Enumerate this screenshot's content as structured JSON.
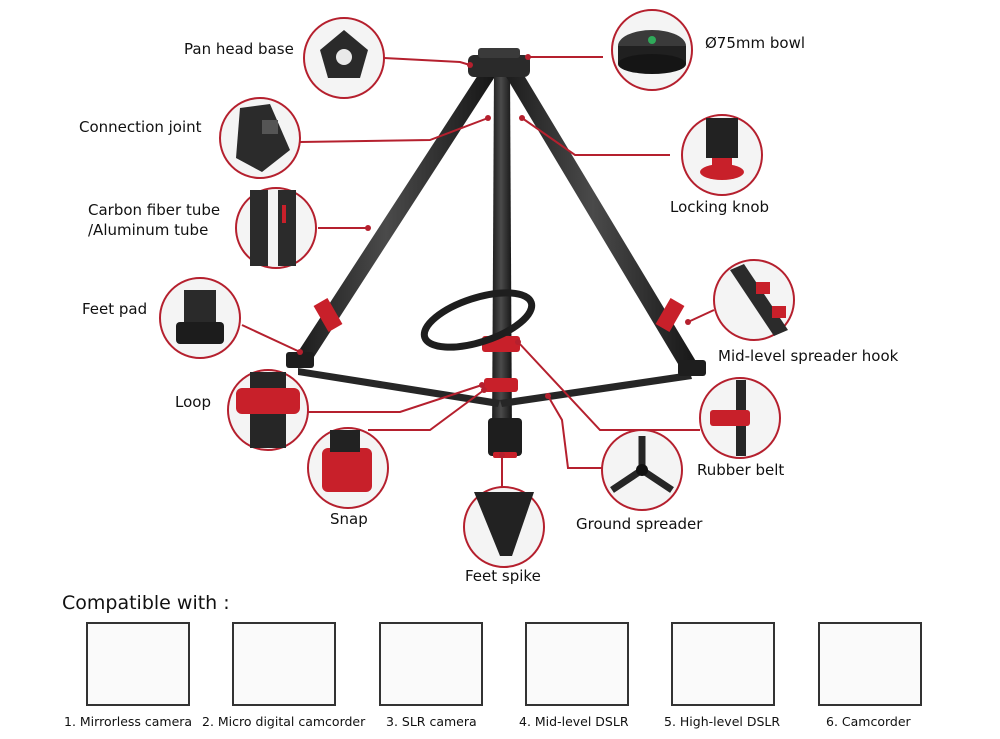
{
  "callouts": {
    "pan_head_base": "Pan head base",
    "bowl": "Ø75mm bowl",
    "connection_joint": "Connection joint",
    "locking_knob": "Locking knob",
    "tube_line1": "Carbon fiber tube",
    "tube_line2": "/Aluminum tube",
    "feet_pad": "Feet pad",
    "mid_spreader_hook": "Mid-level spreader hook",
    "loop": "Loop",
    "rubber_belt": "Rubber belt",
    "snap": "Snap",
    "ground_spreader": "Ground spreader",
    "feet_spike": "Feet spike"
  },
  "compatible": {
    "heading": "Compatible with :",
    "items": [
      {
        "label": "1. Mirrorless camera",
        "icon": "mirrorless-camera-icon"
      },
      {
        "label": "2. Micro digital camcorder",
        "icon": "camcorder-icon"
      },
      {
        "label": "3. SLR camera",
        "icon": "slr-camera-icon"
      },
      {
        "label": "4.  Mid-level DSLR",
        "icon": "dslr-camera-icon"
      },
      {
        "label": "5. High-level DSLR",
        "icon": "telephoto-dslr-icon"
      },
      {
        "label": "6. Camcorder",
        "icon": "pro-camcorder-icon"
      }
    ]
  },
  "colors": {
    "callout_line": "#b5202e",
    "tripod_dark": "#2b2b2b",
    "accent_red": "#c8202a",
    "circle_border": "#b5202e"
  }
}
